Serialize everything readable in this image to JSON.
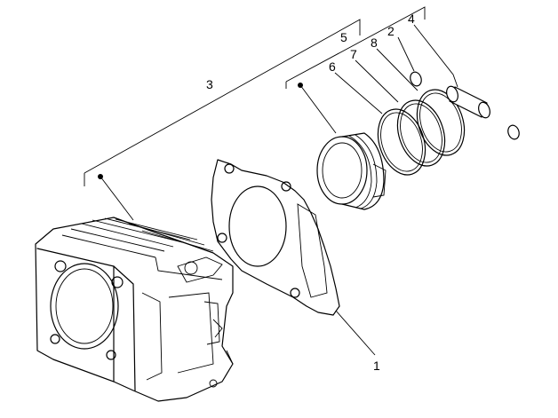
{
  "callouts": {
    "c1": "1",
    "c2": "2",
    "c3": "3",
    "c4": "4",
    "c5": "5",
    "c6": "6",
    "c7": "7",
    "c8": "8"
  },
  "components": [
    "cylinder",
    "base-gasket",
    "piston",
    "piston-ring-6",
    "piston-ring-7",
    "piston-ring-8",
    "circlip",
    "piston-pin"
  ]
}
